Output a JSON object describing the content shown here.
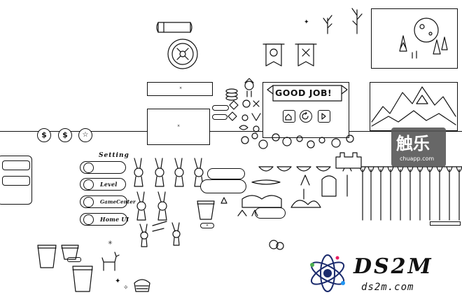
{
  "menu": {
    "title": "Setting",
    "items": [
      {
        "label": "",
        "icon": "speaker-icon"
      },
      {
        "label": "Level",
        "icon": "grid-icon"
      },
      {
        "label": "GameCenter",
        "icon": "gamecenter-icon"
      },
      {
        "label": "Home UI",
        "icon": "bag-icon"
      }
    ]
  },
  "result_banner": {
    "text": "GOOD JOB!"
  },
  "watermarks": {
    "chuapp_logo": "触乐",
    "chuapp_url": "chuapp.com",
    "ds2m_logo": "DS2M",
    "ds2m_url": "ds2m.com"
  },
  "icons": {
    "coin_buttons": [
      "dollar-coin-icon",
      "dollar-coin-icon",
      "star-coin-icon"
    ],
    "result_buttons": [
      "home-icon",
      "restart-icon",
      "next-icon"
    ]
  },
  "colors": {
    "ink": "#111111",
    "paper": "#ffffff",
    "watermark_box": "#5a5a5a"
  }
}
